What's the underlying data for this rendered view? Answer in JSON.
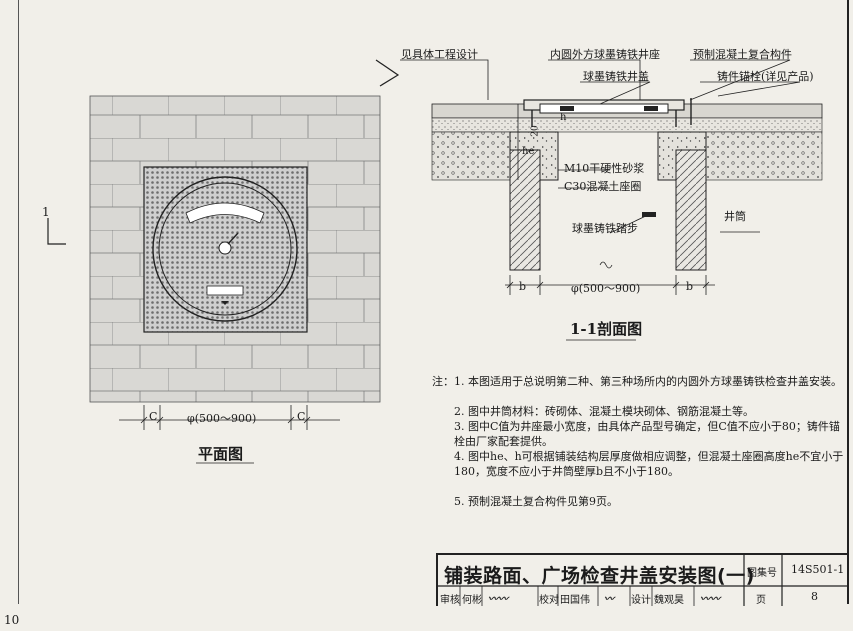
{
  "plan": {
    "title": "平面图",
    "dim_c": "C",
    "dim_phi": "φ(500～900)",
    "section_mark": "1"
  },
  "section": {
    "title": "1-1剖面图",
    "labels": {
      "see_design": "见具体工程设计",
      "frame": "内圆外方球墨铸铁井座",
      "precast": "预制混凝土复合构件",
      "cover": "球墨铸铁井盖",
      "anchor": "铸件锚栓(详见产品)",
      "mortar": "M10干硬性砂浆",
      "ring": "C30混凝土座圈",
      "shaft": "井筒",
      "step": "球墨铸铁踏步"
    },
    "dims": {
      "h": "h",
      "he": "he",
      "twenty": "20",
      "b": "b",
      "phi": "φ(500～900)"
    }
  },
  "notes": {
    "head": "注：",
    "items": [
      "1. 本图适用于总说明第二种、第三种场所内的内圆外方球墨铸铁检查井盖安装。",
      "2. 图中井筒材料：砖砌体、混凝土模块砌体、钢筋混凝土等。",
      "3. 图中C值为井座最小宽度，由具体产品型号确定，但C值不应小于80；铸件锚栓由厂家配套提供。",
      "4. 图中he、h可根据铺装结构层厚度做相应调整，但混凝土座圈高度he不宜小于180，宽度不应小于井筒壁厚b且不小于180。",
      "5. 预制混凝土复合构件见第9页。"
    ]
  },
  "title_block": {
    "title": "铺装路面、广场检查井盖安装图(一)",
    "atlas_label": "图集号",
    "atlas_no": "14S501-1",
    "page_label": "页",
    "page_no": "8",
    "review_label": "审核",
    "review_name": "何彬",
    "check_label": "校对",
    "check_name": "田国伟",
    "design_label": "设计",
    "design_name": "魏观昊"
  },
  "sheet_page_number": "10"
}
